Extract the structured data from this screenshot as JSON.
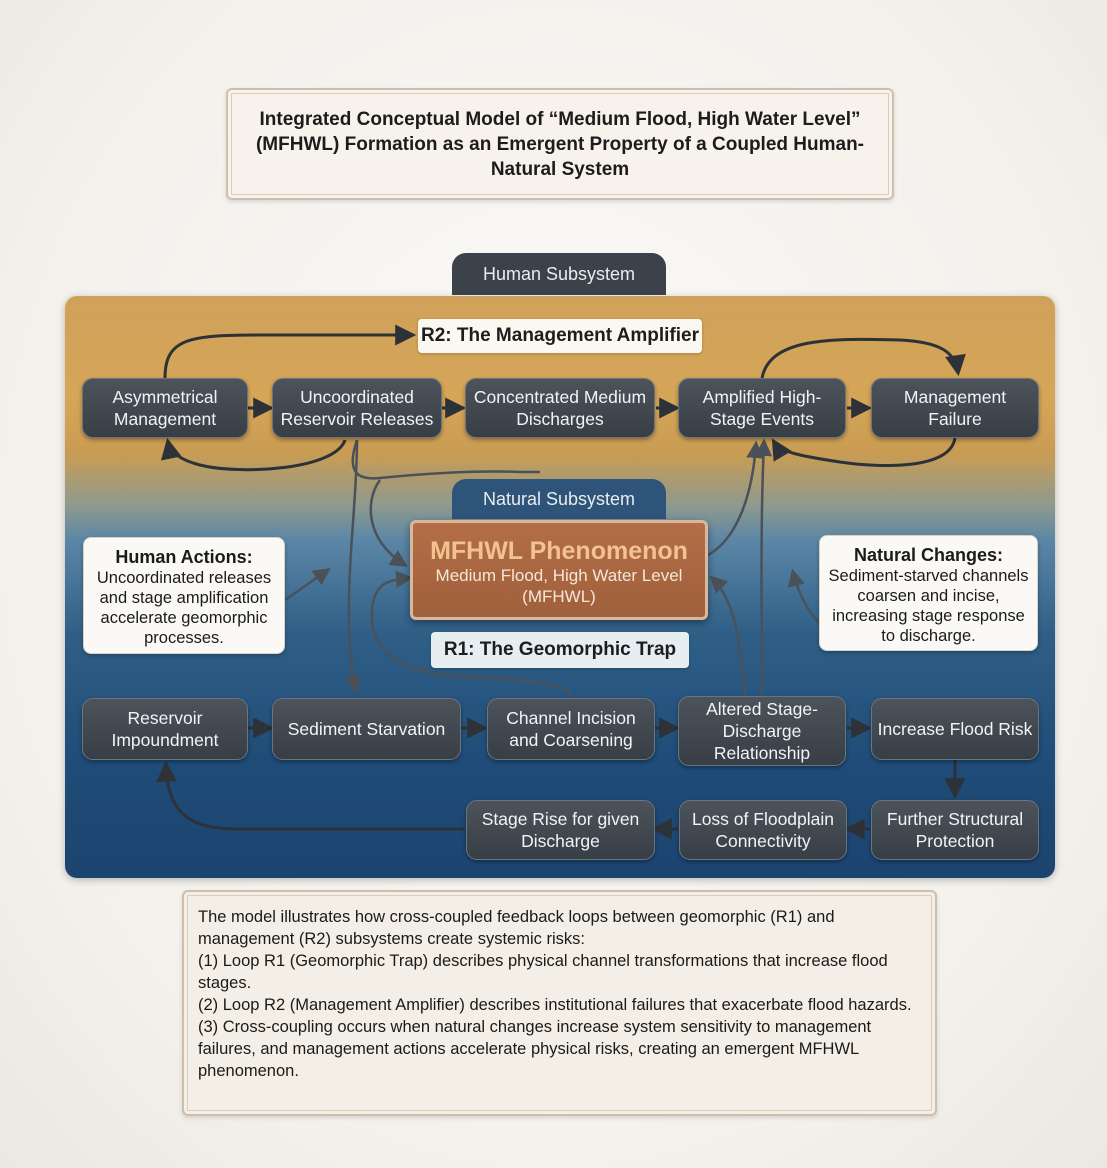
{
  "title": "Integrated Conceptual Model of “Medium Flood, High Water Level” (MFHWL) Formation as an Emergent Property of a Coupled Human-Natural System",
  "subsystems": {
    "human": "Human Subsystem",
    "natural": "Natural Subsystem"
  },
  "loops": {
    "r2": "R2: The Management Amplifier",
    "r1": "R1: The Geomorphic Trap"
  },
  "human_nodes": {
    "asymmetrical_management": "Asymmetrical Management",
    "uncoordinated_releases": "Uncoordinated Reservoir Releases",
    "concentrated_discharges": "Concentrated Medium Discharges",
    "amplified_events": "Amplified High-Stage Events",
    "management_failure": "Management Failure"
  },
  "natural_nodes": {
    "reservoir_impoundment": "Reservoir Impoundment",
    "sediment_starvation": "Sediment Starvation",
    "channel_incision": "Channel Incision and Coarsening",
    "altered_stage": "Altered Stage-Discharge Relationship",
    "increase_flood_risk": "Increase Flood Risk",
    "further_protection": "Further Structural Protection",
    "loss_floodplain": "Loss of Floodplain Connectivity",
    "stage_rise": "Stage Rise for given Discharge"
  },
  "phenomenon": {
    "title": "MFHWL Phenomenon",
    "subtitle": "Medium Flood, High Water Level (MFHWL)"
  },
  "callouts": {
    "human_actions": {
      "title": "Human Actions:",
      "text": "Uncoordinated releases and stage amplification accelerate geomorphic processes."
    },
    "natural_changes": {
      "title": "Natural Changes:",
      "text": "Sediment-starved channels coarsen and incise, increasing stage response to discharge."
    }
  },
  "notes": {
    "intro": "The model illustrates how cross-coupled feedback loops between geomorphic (R1) and management (R2) subsystems create systemic risks:",
    "point1": "(1) Loop R1 (Geomorphic Trap) describes physical channel transformations that increase flood stages.",
    "point2": "(2) Loop R2 (Management Amplifier) describes institutional failures that exacerbate flood hazards.",
    "point3": "(3) Cross-coupling occurs when natural changes increase system sensitivity to management failures, and management actions accelerate physical risks, creating an emergent MFHWL phenomenon."
  },
  "colors": {
    "node_fill": "#3f454c",
    "arrow": "#2d3238",
    "phenomenon_fill": "#a8643f",
    "panel_top": "#d6a657",
    "panel_bottom": "#1c4470"
  }
}
